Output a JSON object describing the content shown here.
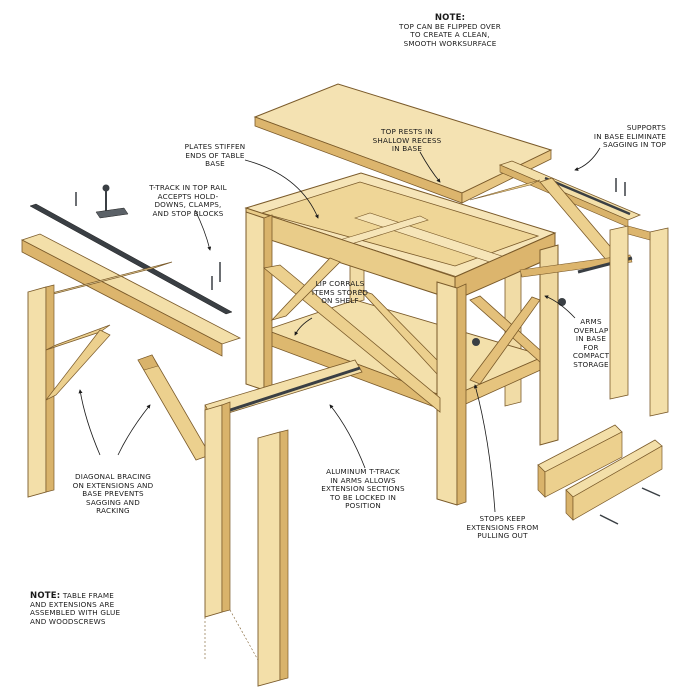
{
  "colors": {
    "wood_light": "#f7e6bb",
    "wood_mid": "#ecd08e",
    "wood_dark": "#d7b066",
    "wood_edge": "#7a5a2a",
    "track_metal": "#3a3f44",
    "ink": "#1a1a1a"
  },
  "notes": {
    "top_note": {
      "title": "NOTE:",
      "lines": [
        "TOP CAN BE FLIPPED OVER",
        "TO CREATE A CLEAN,",
        "SMOOTH WORKSURFACE"
      ]
    },
    "bottom_note": {
      "title": "NOTE:",
      "first_line_rest": "TABLE FRAME",
      "lines": [
        "AND EXTENSIONS ARE",
        "ASSEMBLED WITH GLUE",
        "AND WOODSCREWS"
      ]
    }
  },
  "callouts": {
    "top_rests": [
      "TOP RESTS IN",
      "SHALLOW RECESS",
      "IN BASE"
    ],
    "supports": [
      "SUPPORTS",
      "IN BASE ELIMINATE",
      "SAGGING IN TOP"
    ],
    "plates_stiffen": [
      "PLATES STIFFEN",
      "ENDS OF TABLE",
      "BASE"
    ],
    "t_track": [
      "T-TRACK IN TOP RAIL",
      "ACCEPTS HOLD-",
      "DOWNS, CLAMPS,",
      "AND STOP BLOCKS"
    ],
    "lip_corrals": [
      "LIP CORRALS",
      "ITEMS STORED",
      "ON SHELF"
    ],
    "arms_overlap": [
      "ARMS",
      "OVERLAP",
      "IN BASE",
      "FOR",
      "COMPACT",
      "STORAGE"
    ],
    "diagonal_bracing": [
      "DIAGONAL BRACING",
      "ON EXTENSIONS AND",
      "BASE PREVENTS",
      "SAGGING AND",
      "RACKING"
    ],
    "aluminum_track": [
      "ALUMINUM T-TRACK",
      "IN ARMS ALLOWS",
      "EXTENSION SECTIONS",
      "TO BE LOCKED IN",
      "POSITION"
    ],
    "stops_keep": [
      "STOPS KEEP",
      "EXTENSIONS FROM",
      "PULLING OUT"
    ]
  },
  "icons": [
    "screw-icon",
    "hold-down-clamp-icon",
    "knob-icon"
  ]
}
